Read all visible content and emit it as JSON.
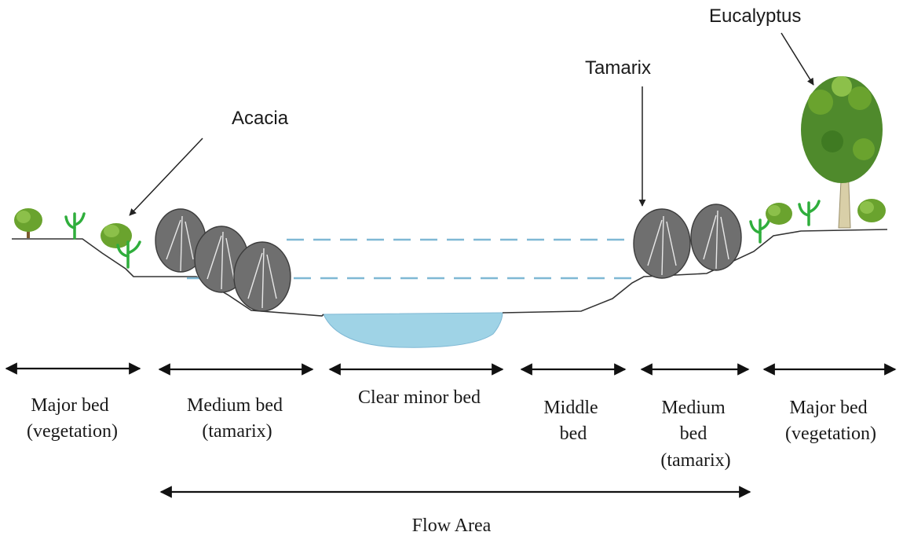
{
  "species_labels": {
    "eucalyptus": "Eucalyptus",
    "tamarix": "Tamarix",
    "acacia": "Acacia"
  },
  "zones": [
    {
      "lines": [
        "Major bed",
        "(vegetation)"
      ]
    },
    {
      "lines": [
        "Medium bed",
        "(tamarix)"
      ]
    },
    {
      "lines": [
        "Clear minor bed"
      ]
    },
    {
      "lines": [
        "Middle",
        "bed"
      ]
    },
    {
      "lines": [
        "Medium",
        "bed",
        "(tamarix)"
      ]
    },
    {
      "lines": [
        "Major bed",
        "(vegetation)"
      ]
    }
  ],
  "flow_area_label": "Flow Area",
  "colors": {
    "water": "#9fd3e6",
    "water_line": "#7fb8d4",
    "shrub_green": "#6aa32e",
    "succulent_green": "#2fae3c",
    "tamarix_gray": "#6f6f6f",
    "eucalyptus_green": "#4f8a2c",
    "trunk": "#d9cfa8",
    "ground": "#333333"
  }
}
